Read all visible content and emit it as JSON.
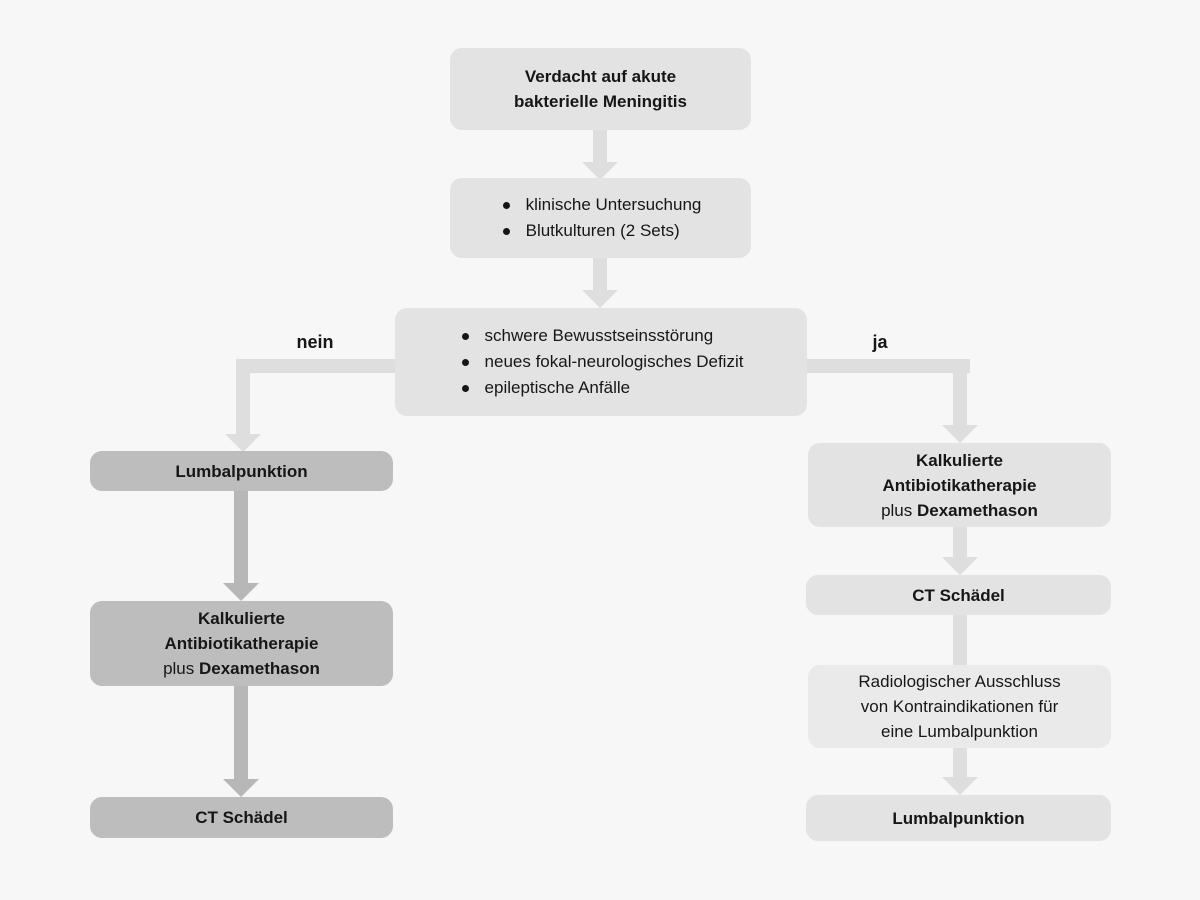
{
  "palette": {
    "background": "#f7f7f7",
    "node_light": "#e3e3e3",
    "node_lighter": "#eaeaea",
    "node_dark": "#bdbdbd",
    "arrow_light": "#dedede",
    "arrow_dark": "#b7b7b7",
    "text": "#161616"
  },
  "nodes": {
    "start": {
      "line1": "Verdacht auf akute",
      "line2": "bakterielle Meningitis"
    },
    "workup": {
      "items": [
        "klinische Untersuchung",
        "Blutkulturen (2 Sets)"
      ]
    },
    "decision": {
      "items": [
        "schwere Bewusstseinsstörung",
        "neues fokal-neurologisches Defizit",
        "epileptische Anfälle"
      ]
    },
    "branch_no_label": "nein",
    "branch_yes_label": "ja",
    "left_lumbar_puncture": "Lumbalpunktion",
    "left_antibiotics": {
      "line1": "Kalkulierte",
      "line2": "Antibiotikatherapie",
      "line3_prefix": "plus",
      "line3_drug": "Dexamethason"
    },
    "left_ct": "CT Schädel",
    "right_antibiotics": {
      "line1": "Kalkulierte",
      "line2": "Antibiotikatherapie",
      "line3_prefix": "plus",
      "line3_drug": "Dexamethason"
    },
    "right_ct": "CT Schädel",
    "right_radiology": {
      "line1": "Radiologischer Ausschluss",
      "line2": "von Kontraindikationen für",
      "line3": "eine Lumbalpunktion"
    },
    "right_lumbar_puncture": "Lumbalpunktion"
  }
}
